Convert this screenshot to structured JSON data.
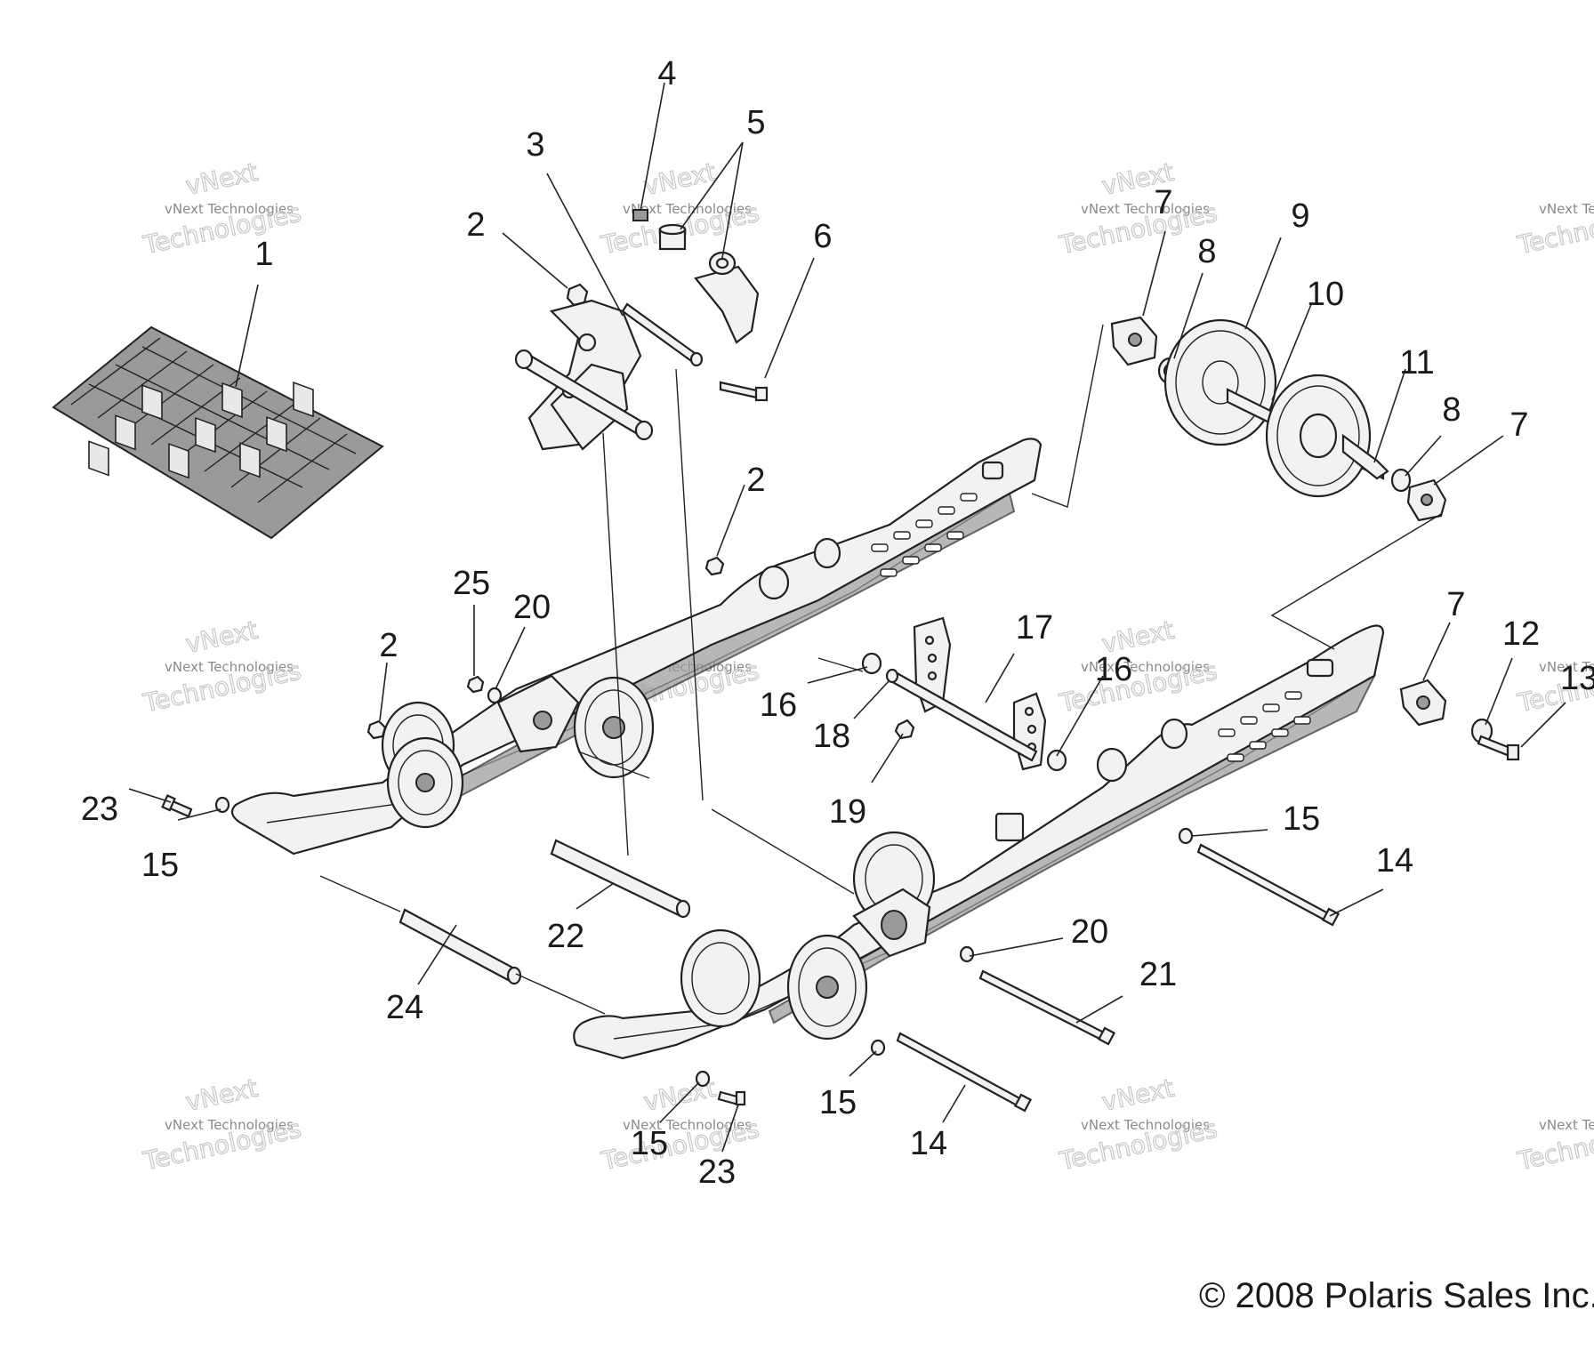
{
  "diagram": {
    "callouts": [
      {
        "id": "c1",
        "label": "1"
      },
      {
        "id": "c2a",
        "label": "2"
      },
      {
        "id": "c3",
        "label": "3"
      },
      {
        "id": "c4",
        "label": "4"
      },
      {
        "id": "c5",
        "label": "5"
      },
      {
        "id": "c6",
        "label": "6"
      },
      {
        "id": "c2b",
        "label": "2"
      },
      {
        "id": "c7a",
        "label": "7"
      },
      {
        "id": "c8a",
        "label": "8"
      },
      {
        "id": "c9",
        "label": "9"
      },
      {
        "id": "c10",
        "label": "10"
      },
      {
        "id": "c11",
        "label": "11"
      },
      {
        "id": "c8b",
        "label": "8"
      },
      {
        "id": "c7b",
        "label": "7"
      },
      {
        "id": "c25",
        "label": "25"
      },
      {
        "id": "c20a",
        "label": "20"
      },
      {
        "id": "c2c",
        "label": "2"
      },
      {
        "id": "c16a",
        "label": "16"
      },
      {
        "id": "c17",
        "label": "17"
      },
      {
        "id": "c18",
        "label": "18"
      },
      {
        "id": "c16b",
        "label": "16"
      },
      {
        "id": "c19",
        "label": "19"
      },
      {
        "id": "c7c",
        "label": "7"
      },
      {
        "id": "c12",
        "label": "12"
      },
      {
        "id": "c13",
        "label": "13"
      },
      {
        "id": "c23a",
        "label": "23"
      },
      {
        "id": "c15a",
        "label": "15"
      },
      {
        "id": "c15b",
        "label": "15"
      },
      {
        "id": "c14a",
        "label": "14"
      },
      {
        "id": "c22",
        "label": "22"
      },
      {
        "id": "c24",
        "label": "24"
      },
      {
        "id": "c20b",
        "label": "20"
      },
      {
        "id": "c21",
        "label": "21"
      },
      {
        "id": "c15c",
        "label": "15"
      },
      {
        "id": "c14b",
        "label": "14"
      },
      {
        "id": "c15d",
        "label": "15"
      },
      {
        "id": "c23b",
        "label": "23"
      }
    ],
    "watermark": {
      "line1": "vNext Technologies",
      "line2": "vNext",
      "line3": "Technologies"
    },
    "copyright": "© 2008 Polaris Sales Inc."
  }
}
